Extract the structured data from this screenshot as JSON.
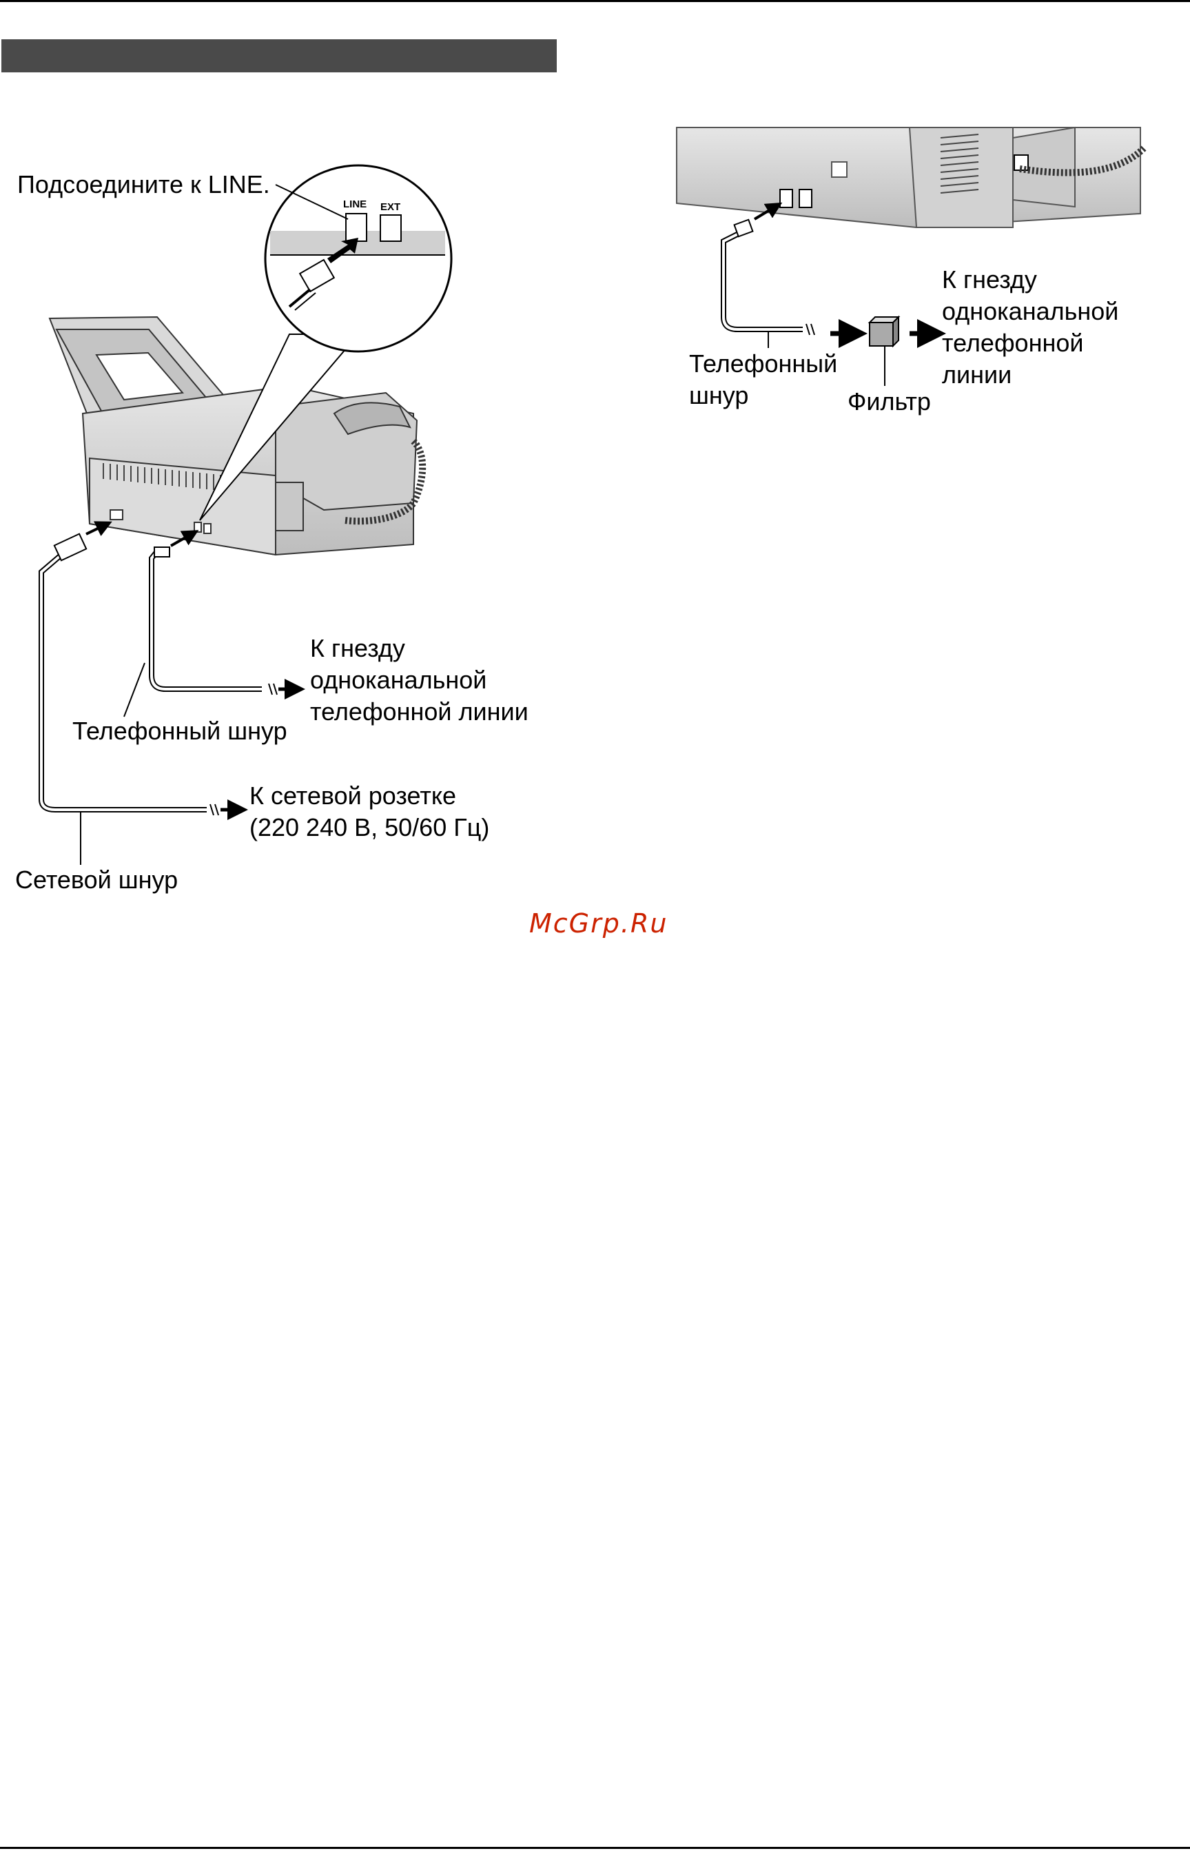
{
  "header": {
    "section_title": ""
  },
  "left_figure": {
    "connect_label": "Подсоедините к LINE.",
    "jack_line": "LINE",
    "jack_ext": "EXT",
    "tel_cord_label": "Телефонный шнур",
    "tel_dest_line1": "К гнезду",
    "tel_dest_line2": "одноканальной",
    "tel_dest_line3": "телефонной линии",
    "power_dest_line1": "К сетевой розетке",
    "power_dest_line2": "(220  240 В, 50/60 Гц)",
    "power_cord_label": "Сетевой шнур"
  },
  "right_figure": {
    "tel_cord_line1": "Телефонный",
    "tel_cord_line2": "шнур",
    "filter_label": "Фильтр",
    "dest_line1": "К гнезду",
    "dest_line2": "одноканальной",
    "dest_line3": "телефонной",
    "dest_line4": "линии"
  },
  "watermark": "McGrp.Ru"
}
